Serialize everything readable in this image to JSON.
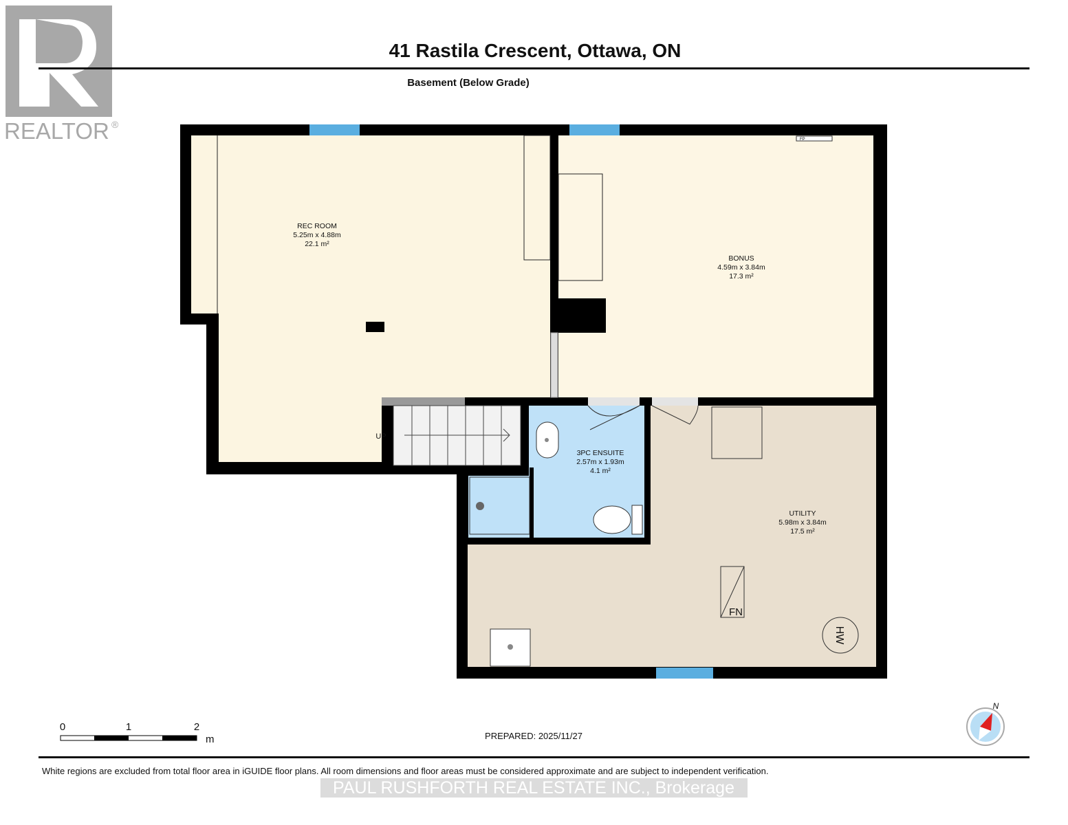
{
  "header": {
    "title": "41 Rastila Crescent, Ottawa, ON",
    "floor": "Basement (Below Grade)"
  },
  "logo": {
    "text": "REALTOR",
    "mark": "®"
  },
  "rooms": [
    {
      "name": "REC ROOM",
      "dims": "5.25m x 4.88m",
      "area": "22.1 m²",
      "color": "#fcf5e1"
    },
    {
      "name": "BONUS",
      "dims": "4.59m x 3.84m",
      "area": "17.3 m²",
      "color": "#fdf6e4"
    },
    {
      "name": "3PC ENSUITE",
      "dims": "2.57m x 1.93m",
      "area": "4.1 m²",
      "color": "#bfe1f8"
    },
    {
      "name": "UTILITY",
      "dims": "5.98m x 3.84m",
      "area": "17.5 m²",
      "color": "#e9dfcf"
    }
  ],
  "fixtures": {
    "stairs": "UP",
    "furnace": "FN",
    "water_heater": "HW",
    "fireplace": "FP"
  },
  "scale": {
    "ticks": [
      "0",
      "1",
      "2"
    ],
    "unit": "m"
  },
  "prepared": "PREPARED: 2025/11/27",
  "compass": {
    "label": "N"
  },
  "footer": {
    "disclaimer": "White regions are excluded from total floor area in iGUIDE floor plans. All room dimensions and floor areas must be considered approximate and are subject to independent verification.",
    "brokerage": "PAUL RUSHFORTH REAL ESTATE INC., Brokerage"
  },
  "colors": {
    "wall": "#000000",
    "window": "#5aaee0",
    "logo": "#a8a8a8"
  }
}
